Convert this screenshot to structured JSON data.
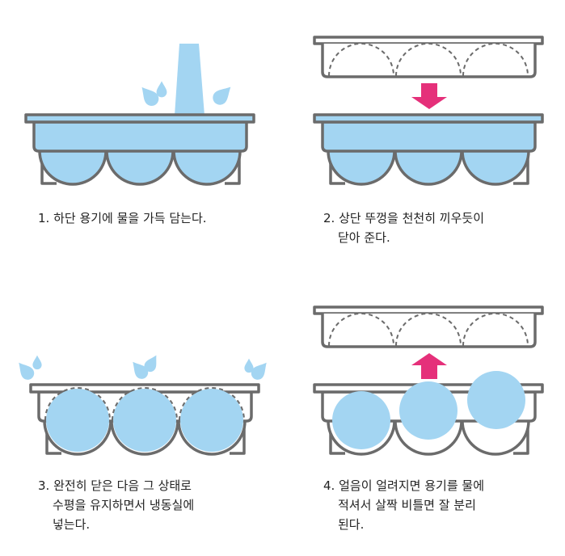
{
  "colors": {
    "outline": "#6b6b6b",
    "water": "#a3d5f2",
    "arrow": "#e5307a"
  },
  "steps": [
    {
      "number": "1.",
      "lines": [
        "하단 용기에 물을 가득 담는다."
      ]
    },
    {
      "number": "2.",
      "lines": [
        "상단 뚜껑을 천천히 끼우듯이",
        "닫아 준다."
      ]
    },
    {
      "number": "3.",
      "lines": [
        "완전히 닫은 다음 그 상태로",
        "수평을 유지하면서 냉동실에",
        "넣는다."
      ]
    },
    {
      "number": "4.",
      "lines": [
        "얼음이 얼려지면 용기를 물에",
        "적셔서 살짝 비틀면 잘 분리",
        "된다."
      ]
    }
  ]
}
